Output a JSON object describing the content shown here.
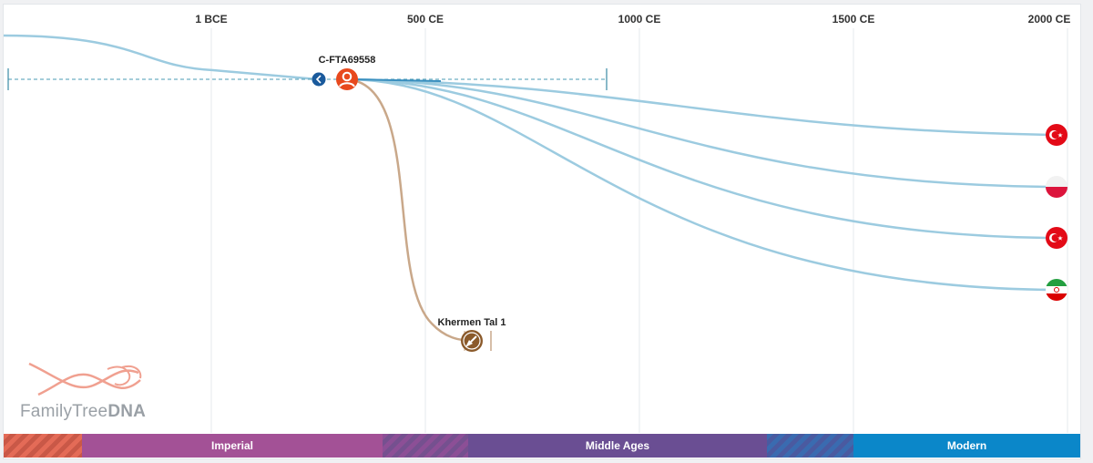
{
  "axis": {
    "ticks": [
      "1 BCE",
      "500 CE",
      "1000 CE",
      "1500 CE",
      "2000 CE"
    ]
  },
  "nodes": {
    "haplogroup": {
      "label": "C-FTA69558",
      "icon": "person-icon",
      "color": "#e8491d"
    },
    "ancient_sample": {
      "label": "Khermen Tal 1",
      "icon": "shovel-icon",
      "color": "#8b5a2b"
    }
  },
  "countries": [
    {
      "name": "Turkey",
      "icon": "turkey-flag-icon"
    },
    {
      "name": "Poland",
      "icon": "poland-flag-icon"
    },
    {
      "name": "Turkey",
      "icon": "turkey-flag-icon"
    },
    {
      "name": "Iran",
      "icon": "iran-flag-icon"
    }
  ],
  "logo": {
    "part1": "FamilyTree",
    "part2": "DNA"
  },
  "eras": {
    "imperial": "Imperial",
    "middle_ages": "Middle Ages",
    "modern": "Modern"
  },
  "colors": {
    "lineage": "#9ccbe0",
    "ancient_line": "#c9a88a",
    "gridline": "#e5e8ec",
    "imperial": "#a35196",
    "middle_ages": "#6a4e93",
    "modern": "#0b87c9",
    "early": "#e46b57"
  }
}
